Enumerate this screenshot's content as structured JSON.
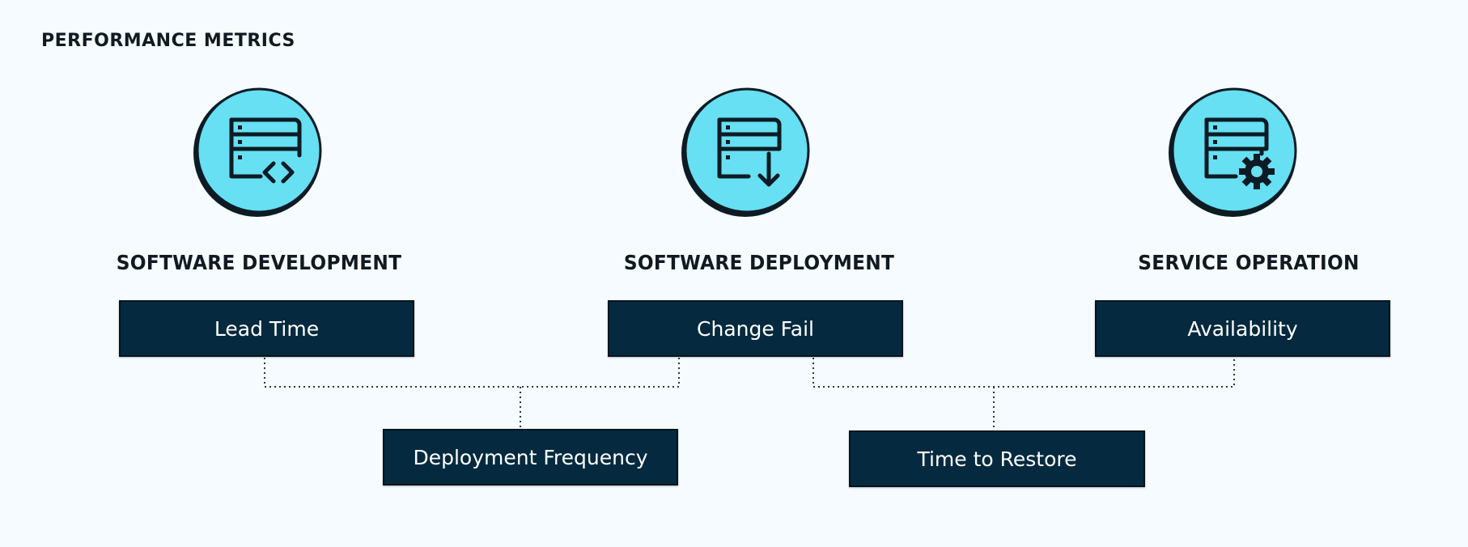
{
  "title": "PERFORMANCE METRICS",
  "categories": [
    {
      "title": "SOFTWARE DEVELOPMENT",
      "icon": "server-code-icon"
    },
    {
      "title": "SOFTWARE DEPLOYMENT",
      "icon": "server-download-icon"
    },
    {
      "title": "SERVICE OPERATION",
      "icon": "server-gear-icon"
    }
  ],
  "metrics": {
    "lead_time": "Lead Time",
    "change_fail": "Change Fail",
    "availability": "Availability",
    "deployment_frequency": "Deployment Frequency",
    "time_to_restore": "Time to Restore"
  },
  "colors": {
    "background": "#f5fbfe",
    "icon_fill": "#66e0f2",
    "box_fill": "#052a3f",
    "box_text": "#ffffff",
    "heading_text": "#111a21",
    "connector": "#333333"
  }
}
